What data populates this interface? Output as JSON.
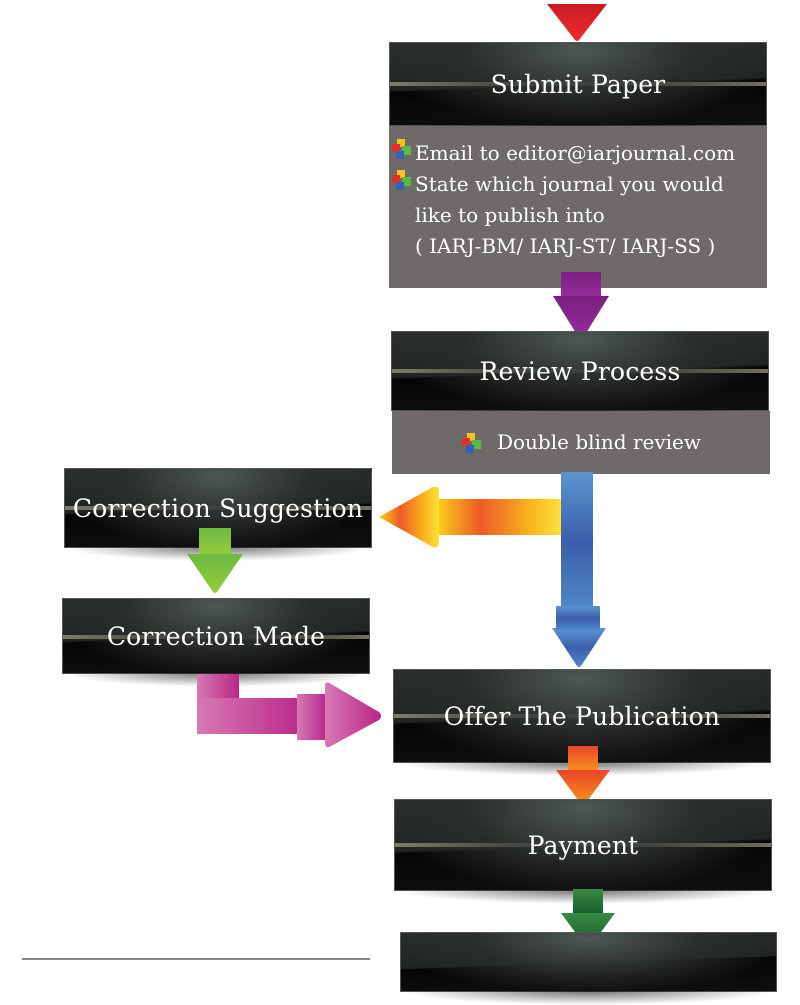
{
  "steps": {
    "submit": {
      "title": "Submit Paper",
      "items": [
        "Email to editor@iarjournal.com",
        "State which journal you would\nlike to publish into\n( IARJ-BM/ IARJ-ST/ IARJ-SS )"
      ]
    },
    "review": {
      "title": "Review Process",
      "items": [
        "Double blind review"
      ]
    },
    "correction_suggestion": {
      "title": "Correction Suggestion"
    },
    "correction_made": {
      "title": "Correction Made"
    },
    "offer": {
      "title": "Offer The Publication"
    },
    "payment": {
      "title": "Payment"
    }
  },
  "icons": {
    "bullet": "cube-cluster-icon"
  },
  "colors": {
    "arrow_red": "#e3242b",
    "arrow_purple": "#8b2a8e",
    "arrow_blue": "#3d64ad",
    "arrow_orange_yellow": "#f9b81b",
    "arrow_green": "#7cc242",
    "arrow_pink": "#c93c98",
    "arrow_orange": "#f05a24",
    "arrow_dark_green": "#1e6b34",
    "panel_gray": "#6d6a69"
  }
}
